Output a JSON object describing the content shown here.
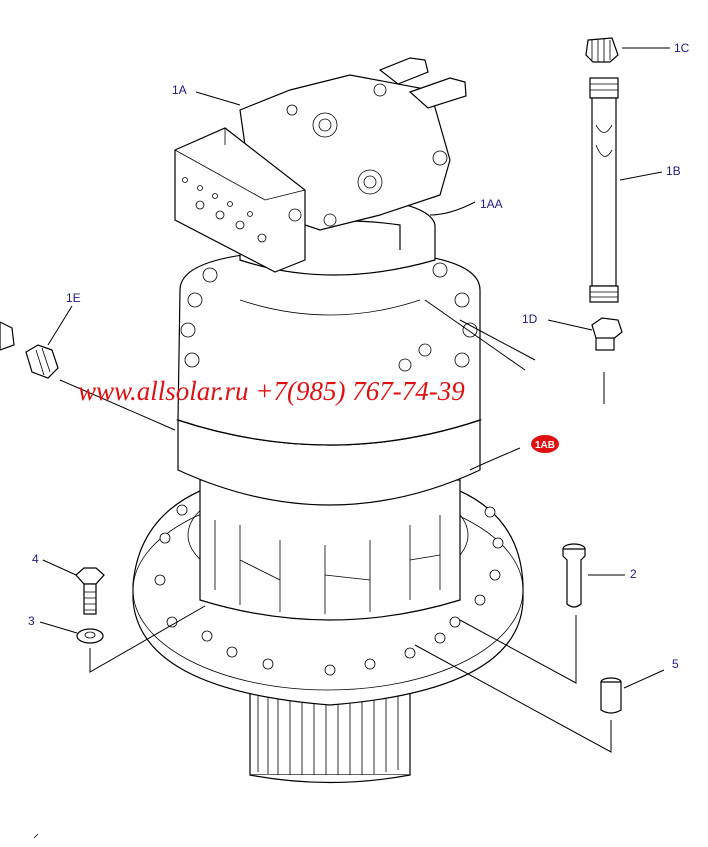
{
  "callouts": {
    "c1A": "1A",
    "c1AA": "1AA",
    "c1B": "1B",
    "c1C": "1C",
    "c1D": "1D",
    "c1E": "1E",
    "c1AB": "1AB",
    "c2": "2",
    "c3": "3",
    "c4": "4",
    "c5": "5"
  },
  "watermark": "www.allsolar.ru +7(985) 767-74-39",
  "colors": {
    "callout": "#1a1a8c",
    "watermark": "#e01010",
    "badge": "#e01010",
    "line": "#000000"
  }
}
